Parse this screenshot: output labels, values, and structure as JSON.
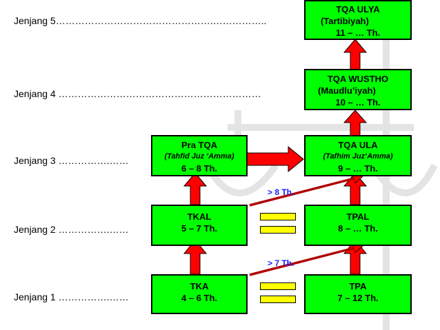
{
  "levels": [
    {
      "label": "Jenjang 5………………………………………….…………….."
    },
    {
      "label": "Jenjang 4 ………………………………………………………"
    },
    {
      "label": "Jenjang 3 …………….……"
    },
    {
      "label": "Jenjang 2 …………….……"
    },
    {
      "label": "Jenjang 1 …………….……"
    }
  ],
  "boxes": {
    "tqa_ulya": {
      "title": "TQA ULYA",
      "subtitle": "(Tartibiyah)",
      "age": "11 – … Th."
    },
    "tqa_wustho": {
      "title": "TQA WUSTHO",
      "subtitle": "(Maudlu’iyah)",
      "age": "10 – … Th."
    },
    "pra_tqa": {
      "title": "Pra TQA",
      "subtitle": "(Tahfid Juz ‘Amma)",
      "age": "6 – 8 Th."
    },
    "tqa_ula": {
      "title": "TQA ULA",
      "subtitle": "(Tafhim Juz‘Amma)",
      "age": "9 – … Th."
    },
    "tkal": {
      "title": "TKAL",
      "age": "5 – 7 Th."
    },
    "tpal": {
      "title": "TPAL",
      "age": "8 – … Th."
    },
    "tka": {
      "title": "TKA",
      "age": "4 – 6 Th."
    },
    "tpa": {
      "title": "TPA",
      "age": "7 – 12 Th."
    }
  },
  "notes": {
    "upper": "> 8 Th.",
    "lower": "> 7 Th."
  },
  "colors": {
    "box": "#00ff00",
    "arrow": "#ff0000",
    "equal_bar": "#ffff00",
    "note_text": "#1a1aff"
  }
}
